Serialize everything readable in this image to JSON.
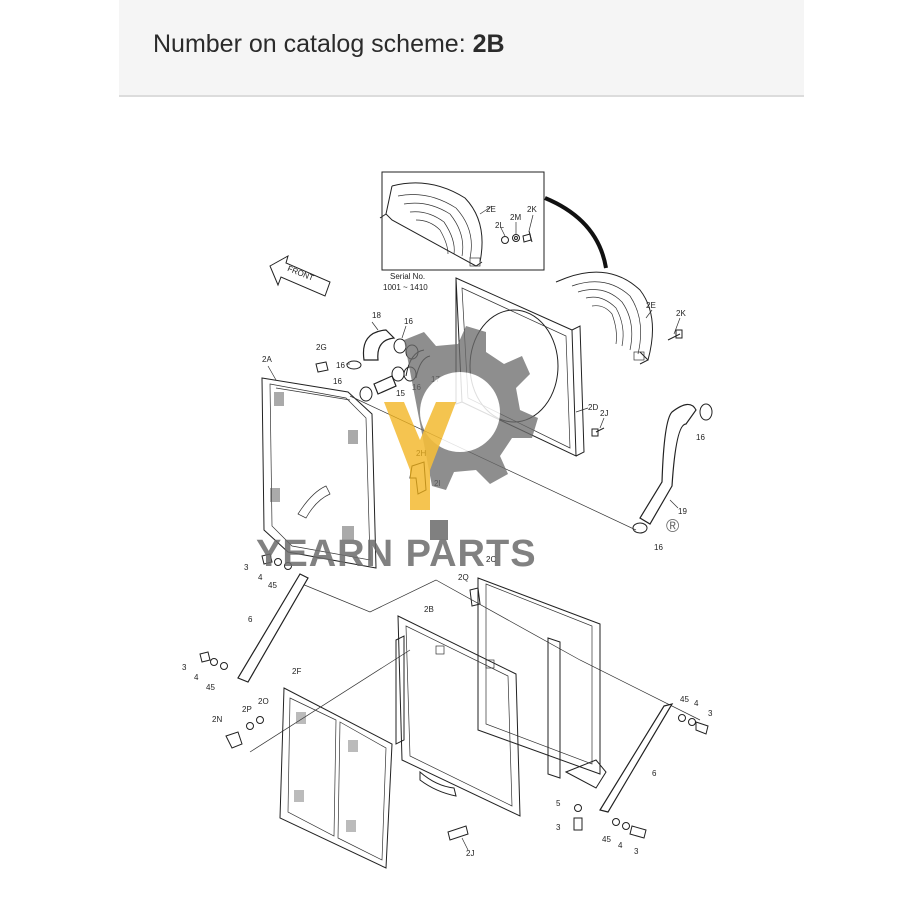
{
  "header": {
    "prefix": "Number on catalog scheme: ",
    "scheme_number": "2B"
  },
  "inset": {
    "serial_label": "Serial No.",
    "serial_range": "1001 ~ 1410"
  },
  "front_arrow": "FRONT",
  "watermark": {
    "brand": "YEARN PARTS",
    "registered": "®",
    "colors": {
      "gear": "#6b6b6b",
      "accent": "#f2b21b"
    }
  },
  "callouts": {
    "c2E_inset": "2E",
    "c2L": "2L",
    "c2M": "2M",
    "c2K_inset": "2K",
    "c2E": "2E",
    "c2K": "2K",
    "c18": "18",
    "c16a": "16",
    "c16b": "16",
    "c16c": "16",
    "c16d": "16",
    "c16e": "16",
    "c16f": "16",
    "c15": "15",
    "c17": "17",
    "c2G": "2G",
    "c2A": "2A",
    "c2D": "2D",
    "c2J_top": "2J",
    "c19": "19",
    "c2H": "2H",
    "c2I": "2I",
    "c3a": "3",
    "c4a": "4",
    "c45a": "45",
    "c6a": "6",
    "c3b": "3",
    "c4b": "4",
    "c45b": "45",
    "c2C": "2C",
    "c2Q": "2Q",
    "c2B": "2B",
    "c2F": "2F",
    "c2N": "2N",
    "c2P": "2P",
    "c2O": "2O",
    "c45c": "45",
    "c4c": "4",
    "c3c": "3",
    "c6b": "6",
    "c5": "5",
    "c3d": "3",
    "c45d": "45",
    "c4d": "4",
    "c3e": "3",
    "c2J_bottom": "2J"
  }
}
